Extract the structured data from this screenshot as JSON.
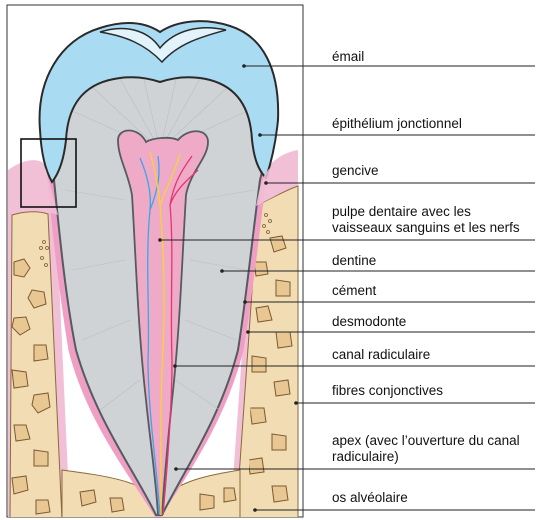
{
  "labels": {
    "email": "émail",
    "epithelium": "épithélium jonctionnel",
    "gencive": "gencive",
    "pulpe_l1": "pulpe dentaire avec les",
    "pulpe_l2": "vaisseaux sanguins et les nerfs",
    "dentine": "dentine",
    "cement": "cément",
    "desmodonte": "desmodonte",
    "canal": "canal radiculaire",
    "fibres": "fibres conjonctives",
    "apex_l1": "apex (avec l’ouverture du canal",
    "apex_l2": "radiculaire)",
    "os": "os alvéolaire"
  },
  "colors": {
    "enamel": "#a9dcf3",
    "dentin": "#cfd3d6",
    "pulp": "#eeaac6",
    "gum": "#f1c0d6",
    "bone": "#f2dcb3",
    "bone_cell": "#e3c38f",
    "nerve": "#f7d33a",
    "artery": "#e8356e",
    "vein": "#3aa7e8"
  }
}
